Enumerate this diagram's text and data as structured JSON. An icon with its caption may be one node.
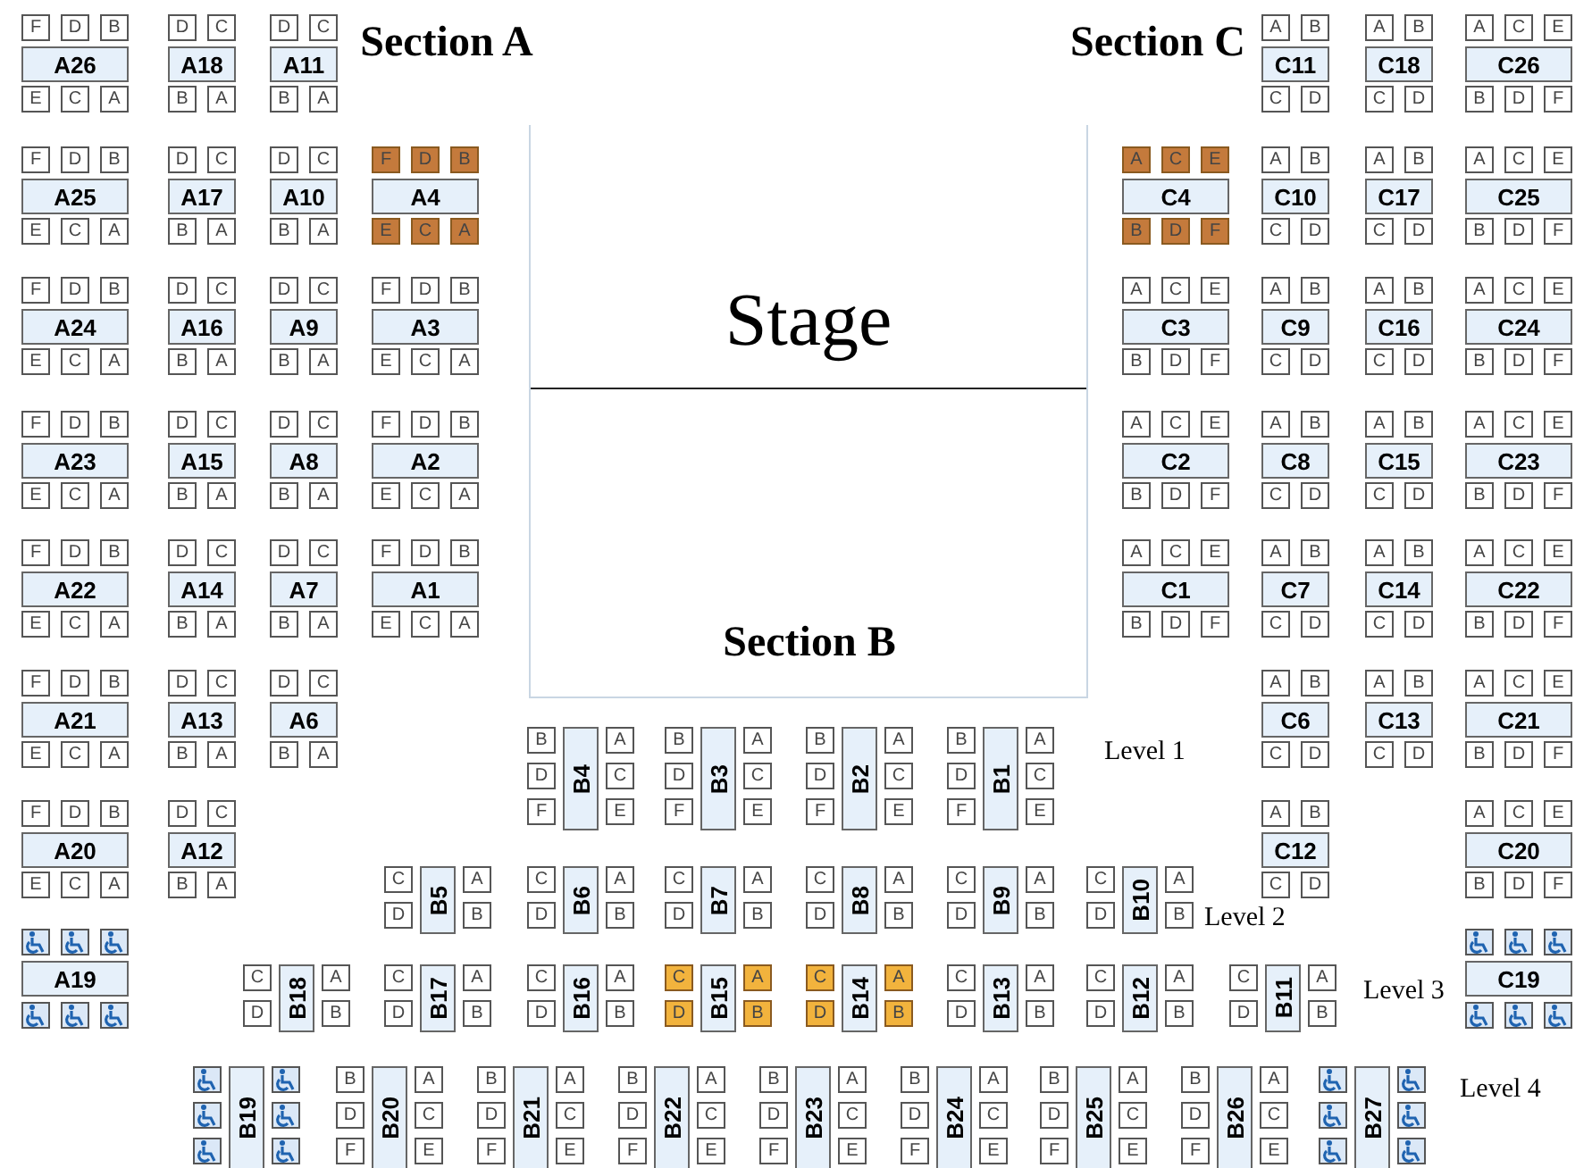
{
  "diagram": {
    "nodes": [
      {
        "text": [
          "F",
          "D",
          "B",
          "A26",
          "E",
          "C",
          "A"
        ]
      },
      {
        "text": [
          "F",
          "D",
          "B",
          "A25",
          "E",
          "C",
          "A"
        ]
      },
      {
        "text": [
          "F",
          "D",
          "B",
          "A24",
          "E",
          "C",
          "A"
        ]
      },
      {
        "text": [
          "F",
          "D",
          "B",
          "A23",
          "E",
          "C",
          "A"
        ]
      },
      {
        "text": [
          "F",
          "D",
          "B",
          "A22",
          "E",
          "C",
          "A"
        ]
      },
      {
        "text": [
          "F",
          "D",
          "B",
          "A21",
          "E",
          "C",
          "A"
        ]
      },
      {
        "text": [
          "F",
          "D",
          "B",
          "A20",
          "E",
          "C",
          "A"
        ]
      },
      {
        "text": [
          "A19"
        ]
      },
      {
        "text": [
          "D",
          "C",
          "A18",
          "B",
          "A"
        ]
      },
      {
        "text": [
          "D",
          "C",
          "A17",
          "B",
          "A"
        ]
      },
      {
        "text": [
          "D",
          "C",
          "A16",
          "B",
          "A"
        ]
      },
      {
        "text": [
          "D",
          "C",
          "A15",
          "B",
          "A"
        ]
      },
      {
        "text": [
          "D",
          "C",
          "A14",
          "B",
          "A"
        ]
      },
      {
        "text": [
          "D",
          "C",
          "A13",
          "B",
          "A"
        ]
      },
      {
        "text": [
          "D",
          "C",
          "A12",
          "B",
          "A"
        ]
      },
      {
        "text": [
          "D",
          "C",
          "A11",
          "B",
          "A"
        ]
      },
      {
        "text": [
          "D",
          "C",
          "A10",
          "B",
          "A"
        ]
      },
      {
        "text": [
          "D",
          "C",
          "A9",
          "B",
          "A"
        ]
      },
      {
        "text": [
          "D",
          "C",
          "A8",
          "B",
          "A"
        ]
      },
      {
        "text": [
          "D",
          "C",
          "A7",
          "B",
          "A"
        ]
      },
      {
        "text": [
          "D",
          "C",
          "A6",
          "B",
          "A"
        ]
      },
      {
        "text": [
          "F",
          "D",
          "B",
          "A4",
          "E",
          "C",
          "A"
        ]
      },
      {
        "text": [
          "F",
          "D",
          "B",
          "A3",
          "E",
          "C",
          "A"
        ]
      },
      {
        "text": [
          "F",
          "D",
          "B",
          "A2",
          "E",
          "C",
          "A"
        ]
      },
      {
        "text": [
          "F",
          "D",
          "B",
          "A1",
          "E",
          "C",
          "A"
        ]
      },
      {
        "text": [
          "Stage"
        ]
      },
      {
        "text": [
          "A",
          "C",
          "E",
          "C4",
          "B",
          "D",
          "F"
        ]
      },
      {
        "text": [
          "A",
          "C",
          "E",
          "C3",
          "B",
          "D",
          "F"
        ]
      },
      {
        "text": [
          "A",
          "C",
          "E",
          "C2",
          "B",
          "D",
          "F"
        ]
      },
      {
        "text": [
          "A",
          "C",
          "E",
          "C1",
          "B",
          "D",
          "F"
        ]
      },
      {
        "text": [
          "A",
          "B",
          "C11",
          "C",
          "D"
        ]
      },
      {
        "text": [
          "A",
          "B",
          "C10",
          "C",
          "D"
        ]
      },
      {
        "text": [
          "A",
          "B",
          "C9",
          "C",
          "D"
        ]
      },
      {
        "text": [
          "A",
          "B",
          "C8",
          "C",
          "D"
        ]
      },
      {
        "text": [
          "A",
          "B",
          "C7",
          "C",
          "D"
        ]
      },
      {
        "text": [
          "A",
          "B",
          "C6",
          "C",
          "D"
        ]
      },
      {
        "text": [
          "A",
          "B",
          "C12",
          "C",
          "D"
        ]
      },
      {
        "text": [
          "A",
          "B",
          "C18",
          "C",
          "D"
        ]
      },
      {
        "text": [
          "A",
          "B",
          "C17",
          "C",
          "D"
        ]
      },
      {
        "text": [
          "A",
          "B",
          "C16",
          "C",
          "D"
        ]
      },
      {
        "text": [
          "A",
          "B",
          "C15",
          "C",
          "D"
        ]
      },
      {
        "text": [
          "A",
          "B",
          "C14",
          "C",
          "D"
        ]
      },
      {
        "text": [
          "A",
          "B",
          "C13",
          "C",
          "D"
        ]
      },
      {
        "text": [
          "A",
          "C",
          "E",
          "C26",
          "B",
          "D",
          "F"
        ]
      },
      {
        "text": [
          "A",
          "C",
          "E",
          "C25",
          "B",
          "D",
          "F"
        ]
      },
      {
        "text": [
          "A",
          "C",
          "E",
          "C24",
          "B",
          "D",
          "F"
        ]
      },
      {
        "text": [
          "A",
          "C",
          "E",
          "C23",
          "B",
          "D",
          "F"
        ]
      },
      {
        "text": [
          "A",
          "C",
          "E",
          "C22",
          "B",
          "D",
          "F"
        ]
      },
      {
        "text": [
          "A",
          "C",
          "E",
          "C21",
          "B",
          "D",
          "F"
        ]
      },
      {
        "text": [
          "A",
          "C",
          "E",
          "C20",
          "B",
          "D",
          "F"
        ]
      },
      {
        "text": [
          "C19"
        ]
      },
      {
        "text": [
          "B",
          "D",
          "F",
          "B4",
          "A",
          "C",
          "E"
        ]
      },
      {
        "text": [
          "B",
          "D",
          "F",
          "B3",
          "A",
          "C",
          "E"
        ]
      },
      {
        "text": [
          "B",
          "D",
          "F",
          "B2",
          "A",
          "C",
          "E"
        ]
      },
      {
        "text": [
          "B",
          "D",
          "F",
          "B1",
          "A",
          "C",
          "E"
        ]
      },
      {
        "text": [
          "C",
          "D",
          "B5",
          "A",
          "B"
        ]
      },
      {
        "text": [
          "C",
          "D",
          "B6",
          "A",
          "B"
        ]
      },
      {
        "text": [
          "C",
          "D",
          "B7",
          "A",
          "B"
        ]
      },
      {
        "text": [
          "C",
          "D",
          "B8",
          "A",
          "B"
        ]
      },
      {
        "text": [
          "C",
          "D",
          "B9",
          "A",
          "B"
        ]
      },
      {
        "text": [
          "C",
          "D",
          "B10",
          "A",
          "B"
        ]
      },
      {
        "text": [
          "C",
          "D",
          "B18",
          "A",
          "B"
        ]
      },
      {
        "text": [
          "C",
          "D",
          "B17",
          "A",
          "B"
        ]
      },
      {
        "text": [
          "C",
          "D",
          "B16",
          "A",
          "B"
        ]
      },
      {
        "text": [
          "C",
          "D",
          "B15",
          "A",
          "B"
        ]
      },
      {
        "text": [
          "C",
          "D",
          "B14",
          "A",
          "B"
        ]
      },
      {
        "text": [
          "C",
          "D",
          "B13",
          "A",
          "B"
        ]
      },
      {
        "text": [
          "C",
          "D",
          "B12",
          "A",
          "B"
        ]
      },
      {
        "text": [
          "C",
          "D",
          "B11",
          "A",
          "B"
        ]
      },
      {
        "text": [
          "B19"
        ]
      },
      {
        "text": [
          "B",
          "D",
          "F",
          "B20",
          "A",
          "C",
          "E"
        ]
      },
      {
        "text": [
          "B",
          "D",
          "F",
          "B21",
          "A",
          "C",
          "E"
        ]
      },
      {
        "text": [
          "B",
          "D",
          "F",
          "B22",
          "A",
          "C",
          "E"
        ]
      },
      {
        "text": [
          "B",
          "D",
          "F",
          "B23",
          "A",
          "C",
          "E"
        ]
      },
      {
        "text": [
          "B",
          "D",
          "F",
          "B24",
          "A",
          "C",
          "E"
        ]
      },
      {
        "text": [
          "B",
          "D",
          "F",
          "B25",
          "A",
          "C",
          "E"
        ]
      },
      {
        "text": [
          "B",
          "D",
          "F",
          "B26",
          "A",
          "C",
          "E"
        ]
      },
      {
        "text": [
          "B27"
        ]
      }
    ],
    "labels": [
      "Section A",
      "Section C",
      "Section B",
      "Level 1",
      "Level 2",
      "Level 3",
      "Level 4"
    ]
  }
}
